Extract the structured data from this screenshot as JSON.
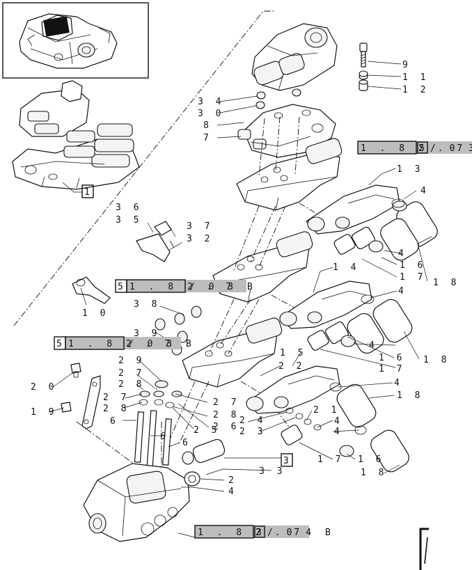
{
  "callouts": [
    {
      "id": "c9",
      "text": "9"
    },
    {
      "id": "c11",
      "text": "1 1"
    },
    {
      "id": "c12",
      "text": "1 2"
    },
    {
      "id": "c34",
      "text": "3 4"
    },
    {
      "id": "c30",
      "text": "3 0"
    },
    {
      "id": "c8",
      "text": "8"
    },
    {
      "id": "c7",
      "text": "7"
    },
    {
      "id": "c13",
      "text": "1 3"
    },
    {
      "id": "c4a",
      "text": "4"
    },
    {
      "id": "c36",
      "text": "3 6"
    },
    {
      "id": "c35",
      "text": "3 5"
    },
    {
      "id": "c37",
      "text": "3 7"
    },
    {
      "id": "c32",
      "text": "3 2"
    },
    {
      "id": "c4b",
      "text": "4"
    },
    {
      "id": "c16a",
      "text": "1 6"
    },
    {
      "id": "c17a",
      "text": "1 7"
    },
    {
      "id": "c18a",
      "text": "1 8"
    },
    {
      "id": "c14",
      "text": "1 4"
    },
    {
      "id": "c4c",
      "text": "4"
    },
    {
      "id": "c10",
      "text": "1 0"
    },
    {
      "id": "c38",
      "text": "3 8"
    },
    {
      "id": "c39",
      "text": "3 9"
    },
    {
      "id": "c4d",
      "text": "4"
    },
    {
      "id": "c16b",
      "text": "1 6"
    },
    {
      "id": "c17b",
      "text": "1 7"
    },
    {
      "id": "c18b",
      "text": "1 8"
    },
    {
      "id": "c15",
      "text": "1 5"
    },
    {
      "id": "c29",
      "text": "2 9"
    },
    {
      "id": "c22",
      "text": "2 2"
    },
    {
      "id": "c27a",
      "text": "2 7"
    },
    {
      "id": "c28a",
      "text": "2 8"
    },
    {
      "id": "c4e",
      "text": "4"
    },
    {
      "id": "c18c",
      "text": "1 8"
    },
    {
      "id": "c20",
      "text": "2 0"
    },
    {
      "id": "c27b",
      "text": "2 7"
    },
    {
      "id": "c27c",
      "text": "2 7"
    },
    {
      "id": "c28b",
      "text": "2 8"
    },
    {
      "id": "c21",
      "text": "2 1"
    },
    {
      "id": "c28c",
      "text": "2 8"
    },
    {
      "id": "c19",
      "text": "1 9"
    },
    {
      "id": "c6a",
      "text": "6"
    },
    {
      "id": "c25",
      "text": "2 5"
    },
    {
      "id": "c26",
      "text": "2 6"
    },
    {
      "id": "c24",
      "text": "2 4"
    },
    {
      "id": "c4f",
      "text": "4"
    },
    {
      "id": "c23",
      "text": "2 3"
    },
    {
      "id": "c4g",
      "text": "4"
    },
    {
      "id": "c6b",
      "text": "6"
    },
    {
      "id": "c6c",
      "text": "6"
    },
    {
      "id": "c17c",
      "text": "1 7"
    },
    {
      "id": "c16c",
      "text": "1 6"
    },
    {
      "id": "c33",
      "text": "3 3"
    },
    {
      "id": "c18d",
      "text": "1 8"
    },
    {
      "id": "c2",
      "text": "2"
    },
    {
      "id": "c4h",
      "text": "4"
    }
  ],
  "boxed_labels": {
    "assembly_1": "1",
    "assembly_3": "3"
  },
  "references": {
    "ref_top": {
      "prefix": "",
      "text": "1 . 8 2 . 7",
      "box": "5",
      "suffix": "/ 0 3"
    },
    "ref_mid": {
      "prefix": "5",
      "text": "1 . 8 2 . 7",
      "box": "",
      "suffix": "/ 0 3 B"
    },
    "ref_left": {
      "prefix": "5",
      "text": "1 . 8 2 . 7",
      "box": "",
      "suffix": "/ 0 3 B"
    },
    "ref_bottom": {
      "prefix": "",
      "text": "1 . 8 2 . 7",
      "box": "3",
      "suffix": "/ 0 4 B"
    }
  },
  "colors": {
    "line": "#111111",
    "ref_highlight": "#bdbdbd",
    "background": "#ffffff"
  },
  "icons": {
    "thumbnail": "valve-assembly-thumbnail-icon",
    "corner_mark": "page-corner-bracket-icon"
  }
}
